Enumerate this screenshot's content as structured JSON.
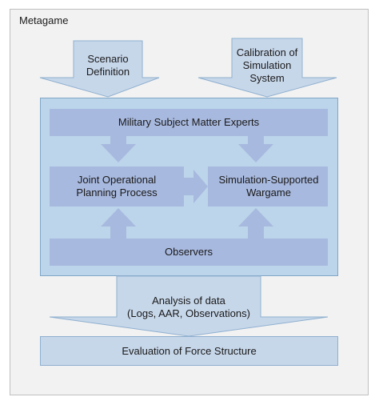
{
  "diagram": {
    "title": "Metagame",
    "inputs": {
      "scenario_definition": "Scenario\nDefinition",
      "calibration": "Calibration of\nSimulation\nSystem"
    },
    "core": {
      "experts": "Military Subject Matter Experts",
      "planning": "Joint Operational\nPlanning Process",
      "wargame": "Simulation-Supported\nWargame",
      "observers": "Observers"
    },
    "analysis": "Analysis of data\n(Logs, AAR, Observations)",
    "evaluation": "Evaluation of Force Structure"
  },
  "colors": {
    "frame_fill": "#f2f2f2",
    "frame_stroke": "#bfbfbf",
    "panel_fill": "#bcd5ea",
    "panel_stroke": "#7fa6c8",
    "band_fill": "#a8b9df",
    "arrow_fill": "#c7d7ea",
    "arrow_stroke": "#8fb0cf"
  }
}
